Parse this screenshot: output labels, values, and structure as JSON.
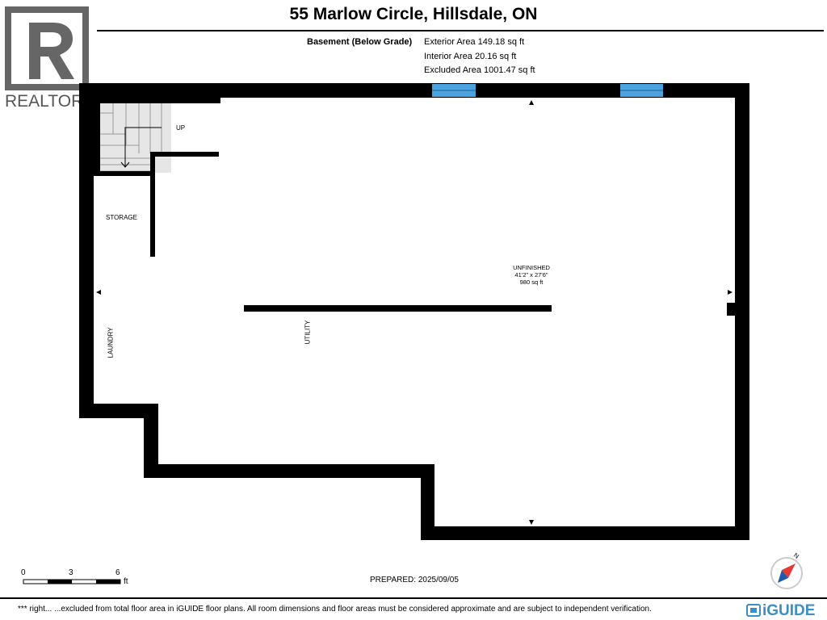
{
  "title": "55 Marlow Circle, Hillsdale, ON",
  "floor": {
    "label": "Basement (Below Grade)",
    "exterior_area": "Exterior Area 149.18 sq ft",
    "interior_area": "Interior Area 20.16 sq ft",
    "excluded_area": "Excluded Area 1001.47 sq ft"
  },
  "rooms": {
    "stairs": "UP",
    "storage": "STORAGE",
    "laundry": "LAUNDRY",
    "utility": "UTILITY",
    "unfinished_name": "UNFINISHED",
    "unfinished_dims": "41'2\" x 27'6\"",
    "unfinished_area": "980 sq ft"
  },
  "scale": {
    "tick0": "0",
    "tick1": "3",
    "tick2": "6",
    "unit": "ft"
  },
  "prepared": "PREPARED: 2025/09/05",
  "footer": "*** right... ...excluded from total floor area in iGUIDE floor plans. All room dimensions and floor areas must be considered approximate and are subject to independent verification.",
  "branding": {
    "realtor": "REALTOR®",
    "iguide": "iGUIDE"
  },
  "compass": {
    "north": "N"
  },
  "colors": {
    "wall": "#000000",
    "window": "#4aa3df",
    "stairs": "#e6e6e6",
    "iguide": "#3a8fc7",
    "compass": "#e53935"
  }
}
